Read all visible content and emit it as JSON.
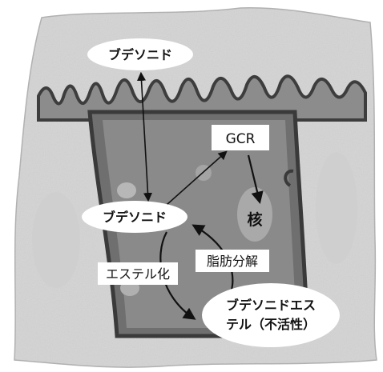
{
  "labels": {
    "budesonide_top": "ブデソニド",
    "budesonide_mid": "ブデソニド",
    "gcr": "GCR",
    "nucleus": "核",
    "lipolysis": "脂肪分解",
    "esterification": "エステル化",
    "ester_line1": "ブデソニドエス",
    "ester_line2": "テル（不活性）"
  },
  "colors": {
    "background": "#ffffff",
    "tissue_outer": "#d9d9d9",
    "tissue_inner": "#bdbdbd",
    "cell_dark": "#5e5e5e",
    "label_fill": "#ffffff",
    "arrow": "#111111"
  }
}
